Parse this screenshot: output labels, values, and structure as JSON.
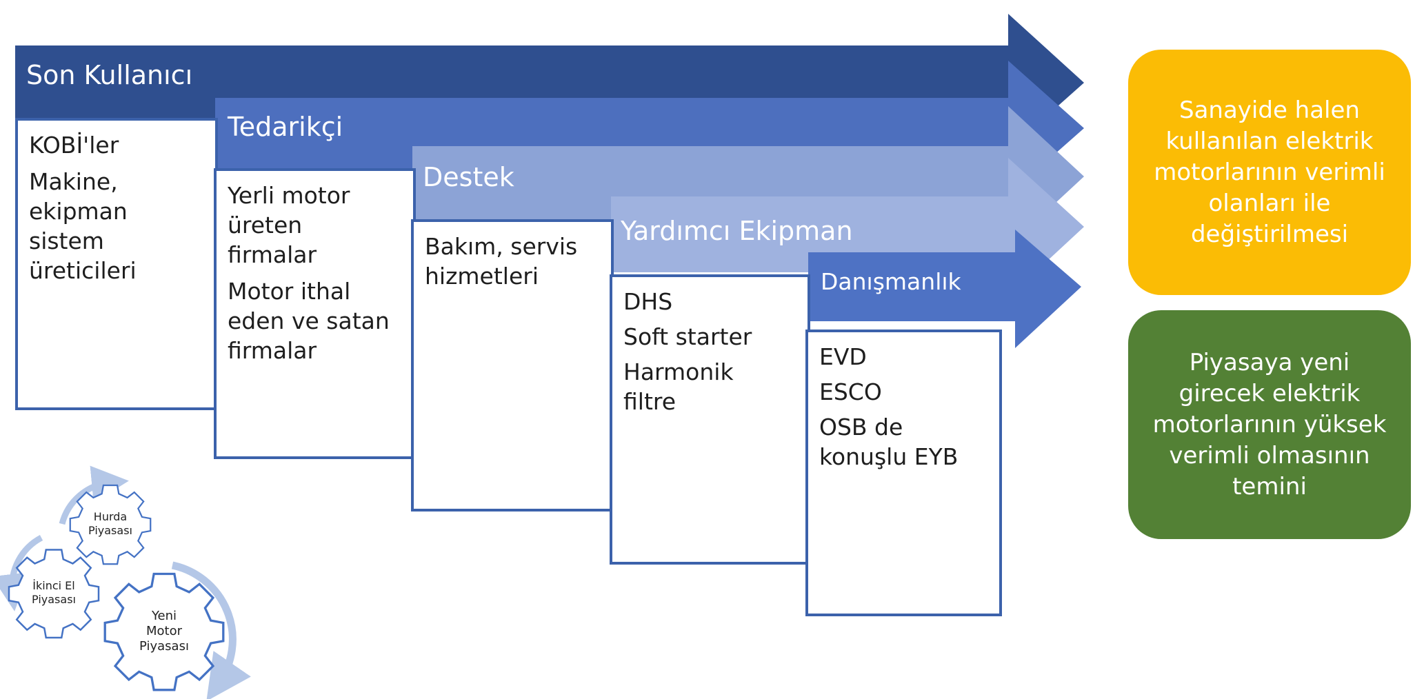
{
  "stages": [
    {
      "title": "Son Kullanıcı",
      "color": "#2f4f8f",
      "items": [
        "KOBİ'ler",
        "Makine,\nekipman\nsistem\nüreticileri"
      ]
    },
    {
      "title": "Tedarikçi",
      "color": "#4d6fbe",
      "items": [
        "Yerli motor\nüreten\nfirmalar",
        "Motor ithal\neden ve satan\nfirmalar"
      ]
    },
    {
      "title": "Destek",
      "color": "#8ca3d6",
      "items": [
        "Bakım, servis\nhizmetleri"
      ]
    },
    {
      "title": "Yardımcı Ekipman",
      "color": "#9fb2df",
      "items": [
        "DHS",
        "Soft starter",
        "Harmonik\nfiltre"
      ]
    },
    {
      "title": "Danışmanlık",
      "color": "#4e72c4",
      "items": [
        "EVD",
        "ESCO",
        "OSB de\nkonuşlu EYB"
      ]
    }
  ],
  "goals": [
    {
      "text": "Sanayide halen\nkullanılan elektrik\nmotorlarının verimli\nolanları ile\ndeğiştirilmesi",
      "color": "#fbbc05"
    },
    {
      "text": "Piyasaya yeni\ngirecek elektrik\nmotorlarının yüksek\nverimli olmasının\ntemini",
      "color": "#538135"
    }
  ],
  "gears": [
    {
      "label": "Hurda\nPiyasası"
    },
    {
      "label": "İkinci El\nPiyasası"
    },
    {
      "label": "Yeni\nMotor\nPiyasası"
    }
  ],
  "colors": {
    "box_border": "#3c62ab",
    "cycle_arrow": "#b4c7e7",
    "gear_stroke": "#4472c4"
  }
}
